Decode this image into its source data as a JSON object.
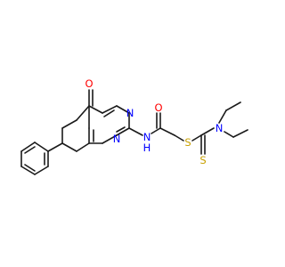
{
  "molecule": {
    "atoms": {
      "ketone_o": "O",
      "amide_o": "O",
      "ring_n_top": "N",
      "ring_n_bottom": "N",
      "amide_n": "N",
      "nh_h": "H",
      "thioether_s": "S",
      "thione_s": "S",
      "amine_n": "N"
    }
  },
  "colors": {
    "bond": "#1a1a1a",
    "oxygen": "#ff0000",
    "nitrogen": "#0000ff",
    "sulfur": "#c8a000"
  }
}
